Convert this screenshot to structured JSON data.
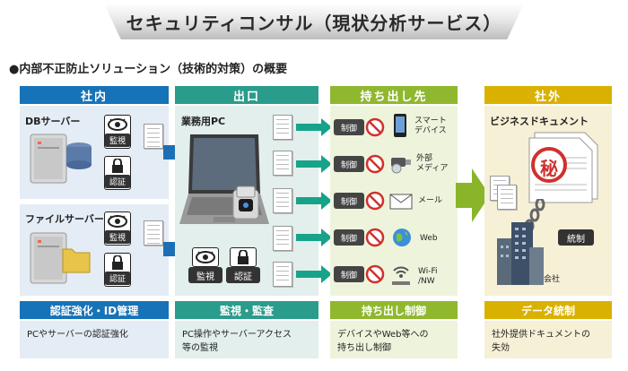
{
  "title": "セキュリティコンサル（現状分析サービス）",
  "subtitle": "●内部不正防止ソリューション（技術的対策）の概要",
  "colors": {
    "blue": "#1673b7",
    "teal": "#2a9c8c",
    "green": "#8fb82e",
    "gold": "#d9b100",
    "arrow_teal": "#17a389",
    "arrow_green": "#8ab52a",
    "arrow_blue": "#1d6fb5",
    "no_red": "#d0312d"
  },
  "columns": {
    "internal": {
      "header": "社内",
      "db_server": "DBサーバー",
      "file_server": "ファイルサーバー",
      "monitor_badge": "監視",
      "auth_badge": "認証",
      "footer_title": "認証強化・ID管理",
      "footer_text": "PCやサーバーの認証強化"
    },
    "exit": {
      "header": "出口",
      "pc_label": "業務用PC",
      "monitor_tag": "監視",
      "auth_tag": "認証",
      "footer_title": "監視・監査",
      "footer_line1": "PC操作やサーバーアクセス",
      "footer_line2": "等の監視"
    },
    "destinations": {
      "header": "持ち出し先",
      "control_label": "制御",
      "items": [
        {
          "icon": "smartphone-icon",
          "label1": "スマート",
          "label2": "デバイス"
        },
        {
          "icon": "external-media-icon",
          "label1": "外部",
          "label2": "メディア"
        },
        {
          "icon": "mail-icon",
          "label1": "メール",
          "label2": ""
        },
        {
          "icon": "web-globe-icon",
          "label1": "Web",
          "label2": ""
        },
        {
          "icon": "wifi-icon",
          "label1": "Wi-Fi",
          "label2": "/NW"
        }
      ],
      "footer_title": "持ち出し制御",
      "footer_line1": "デバイスやWeb等への",
      "footer_line2": "持ち出し制御"
    },
    "outside": {
      "header": "社外",
      "business_doc": "ビジネスドキュメント",
      "secret_mark": "秘",
      "control_tag": "統制",
      "company": "会社",
      "footer_title": "データ統制",
      "footer_line1": "社外提供ドキュメントの",
      "footer_line2": "失効"
    }
  }
}
